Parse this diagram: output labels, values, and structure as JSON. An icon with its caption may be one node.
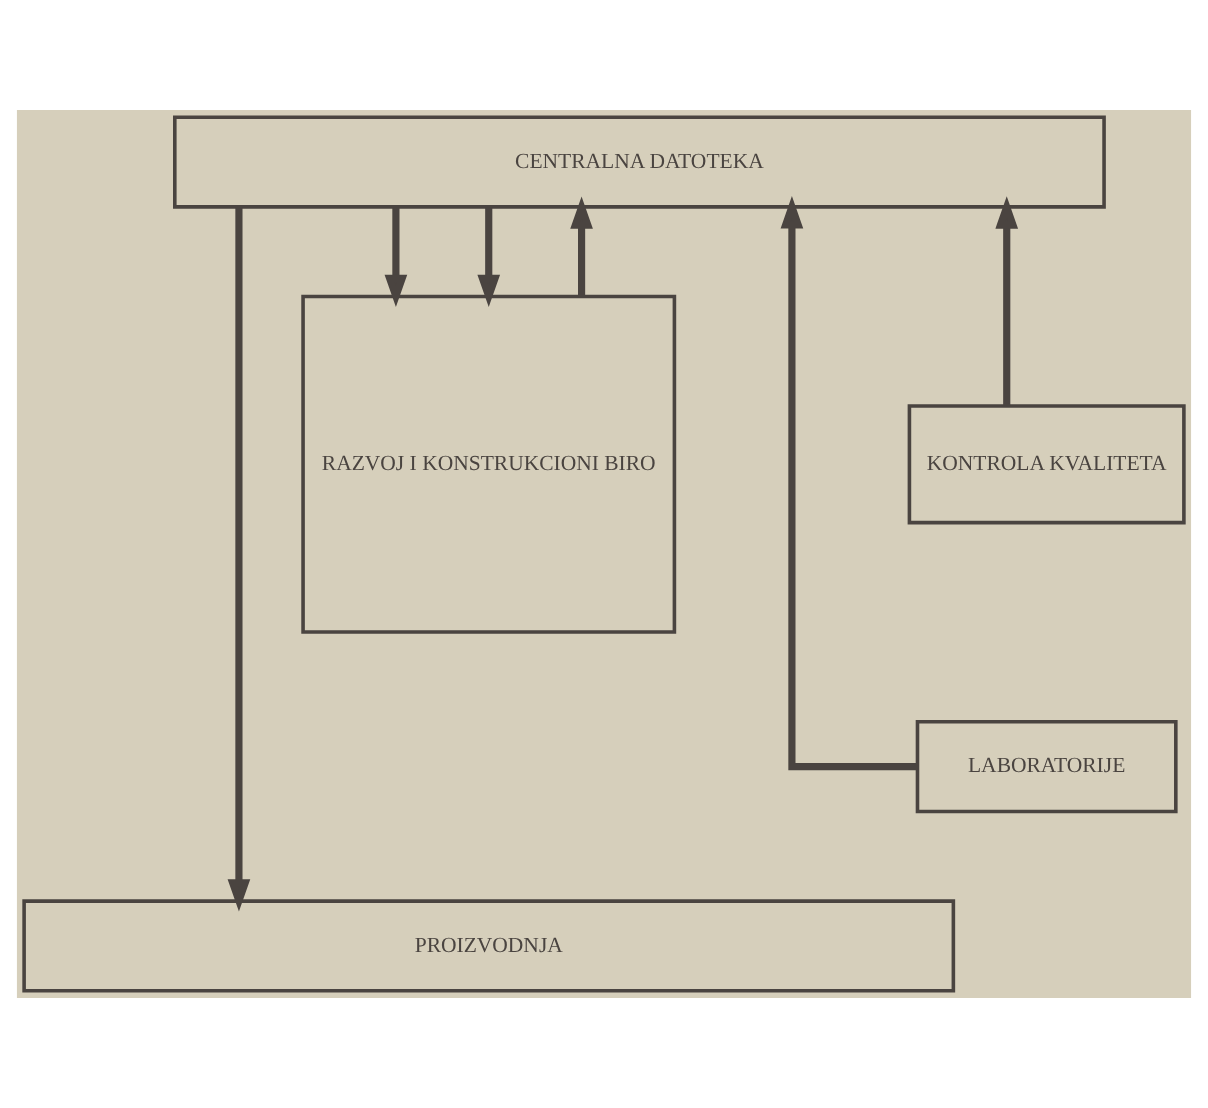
{
  "diagram": {
    "nodes": [
      {
        "text": [
          "CENTRALNA DATOTEKA"
        ]
      },
      {
        "text": [
          "RAZVOJ I KONSTRUKCIONI BIRO"
        ]
      },
      {
        "text": [
          "KONTROLA KVALITETA"
        ]
      },
      {
        "text": [
          "LABORATORIJE"
        ]
      },
      {
        "text": [
          "PROIZVODNJA"
        ]
      }
    ],
    "edges": [
      {
        "from": 1,
        "to": 0,
        "arrow": "to"
      },
      {
        "from": 0,
        "to": 1,
        "arrow": "to"
      },
      {
        "from": 0,
        "to": 1,
        "arrow": "to"
      },
      {
        "from": 3,
        "to": 0,
        "arrow": "to"
      },
      {
        "from": 2,
        "to": 0,
        "arrow": "to"
      },
      {
        "from": 0,
        "to": 4,
        "arrow": "to"
      }
    ]
  }
}
